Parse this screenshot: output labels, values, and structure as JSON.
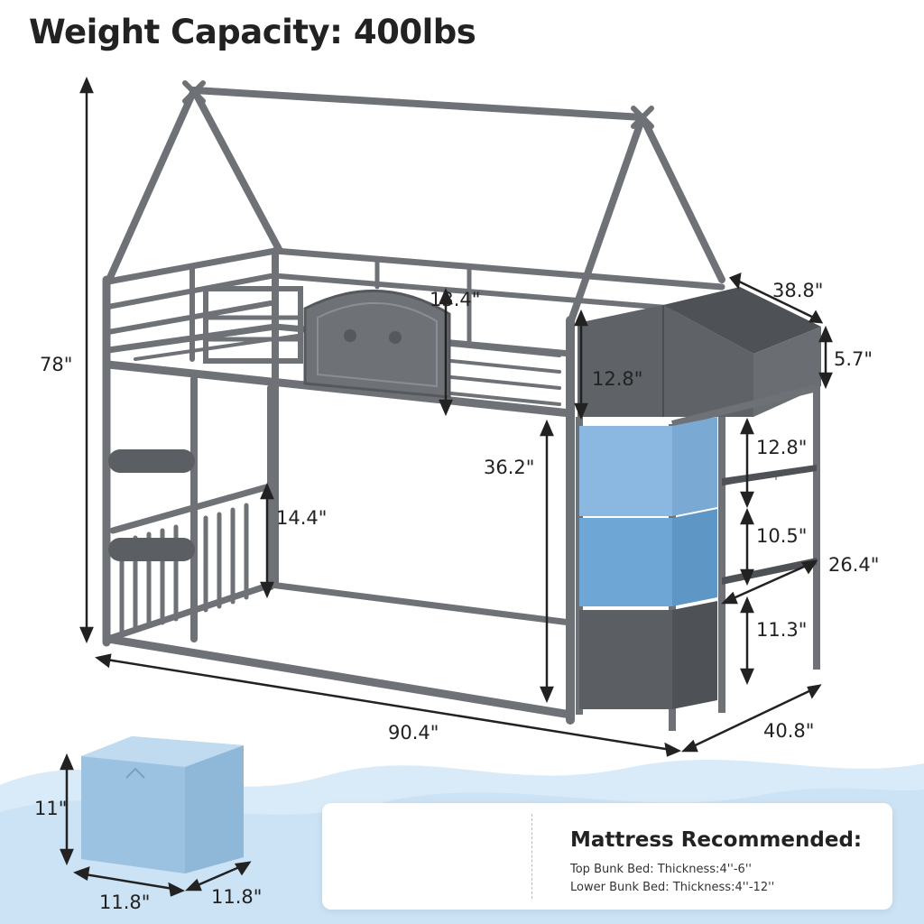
{
  "title": "Weight Capacity: 400lbs",
  "dimensions": {
    "height_total": "78\"",
    "length": "90.4\"",
    "width": "40.8\"",
    "storage_width": "38.8\"",
    "storage_bin_height": "5.7\"",
    "guardrail_top": "13.4\"",
    "storage_top_depth": "12.8\"",
    "lower_clearance": "36.2\"",
    "lower_guardrail": "14.4\"",
    "shelf_1": "12.8\"",
    "shelf_2": "10.5\"",
    "shelf_3": "11.3\"",
    "shelf_depth": "26.4\"",
    "bin_height": "11\"",
    "bin_width": "11.8\"",
    "bin_depth": "11.8\""
  },
  "mattress": {
    "title": "Mattress Recommended:",
    "top": "Top Bunk Bed: Thickness:4''-6''",
    "lower": "Lower Bunk Bed: Thickness:4''-12''"
  },
  "colors": {
    "frame": "#6e7176",
    "frame_dark": "#55585c",
    "drawer_light": "#8ab8e0",
    "drawer_mid": "#6ea6d6",
    "drawer_dark": "#5b5e63",
    "bin_blue": "#a8cbe6",
    "wave": "#d6e9f8"
  }
}
